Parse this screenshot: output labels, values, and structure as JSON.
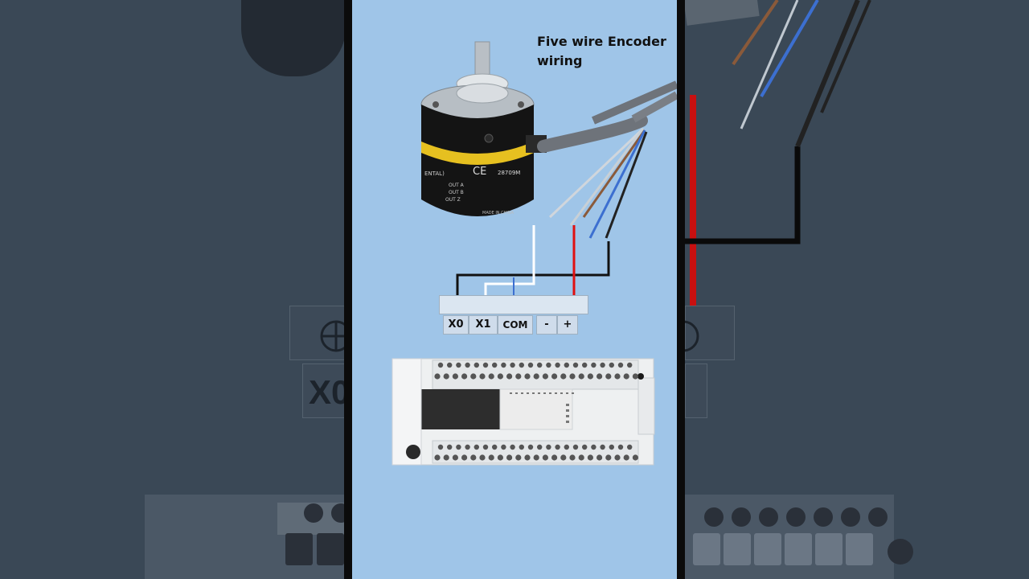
{
  "diagram": {
    "title": "Five wire Encoder wiring",
    "terminals": [
      {
        "label": "X0"
      },
      {
        "label": "X1"
      },
      {
        "label": "COM"
      },
      {
        "label": "-"
      },
      {
        "label": "+"
      }
    ],
    "wire_colors": {
      "black": "#111111",
      "white": "#ffffff",
      "blue": "#3c6fd0",
      "red": "#e01010",
      "brown": "#8a5a3a"
    },
    "encoder_label": {
      "ce_mark": "CE",
      "model": "28709M",
      "lines": [
        "ENTAL)",
        "OUT A",
        "OUT B",
        "OUT Z"
      ],
      "made_in": "MADE IN CHINA"
    }
  },
  "background": {
    "ghost_terminal_text": "X0"
  }
}
